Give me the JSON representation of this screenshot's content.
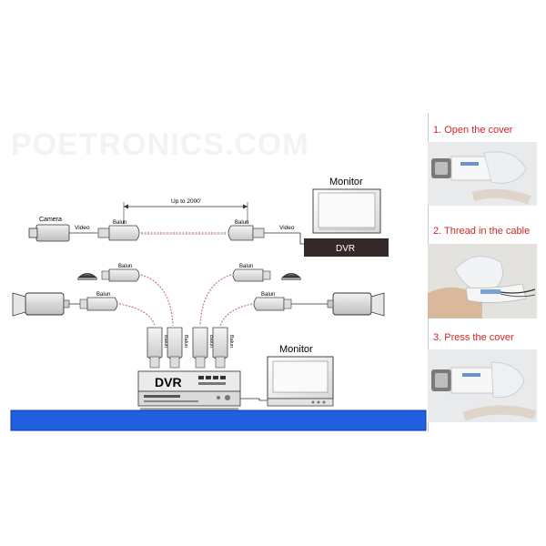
{
  "watermark": "POETRONICS.COM",
  "top_chain": {
    "camera_label": "Camera",
    "video_label_left": "Video",
    "balun_left_label": "Balun",
    "distance_label": "Up to 2000'",
    "balun_right_label": "Balun",
    "video_label_right": "Video",
    "monitor_label": "Monitor",
    "dvr_label": "DVR"
  },
  "bottom_system": {
    "balun_labels": [
      "Balun",
      "Balun",
      "Balun",
      "Balun"
    ],
    "vertical_balun_labels": [
      "Balun",
      "Balun",
      "Balun",
      "Balun"
    ],
    "dvr_label": "DVR",
    "monitor_label": "Monitor"
  },
  "steps": [
    {
      "label": "1. Open the cover"
    },
    {
      "label": "2. Thread in the cable"
    },
    {
      "label": "3. Press the cover"
    }
  ],
  "colors": {
    "floor": "#1f5fe0",
    "step_text": "#d32626",
    "cable": "#c47878"
  }
}
